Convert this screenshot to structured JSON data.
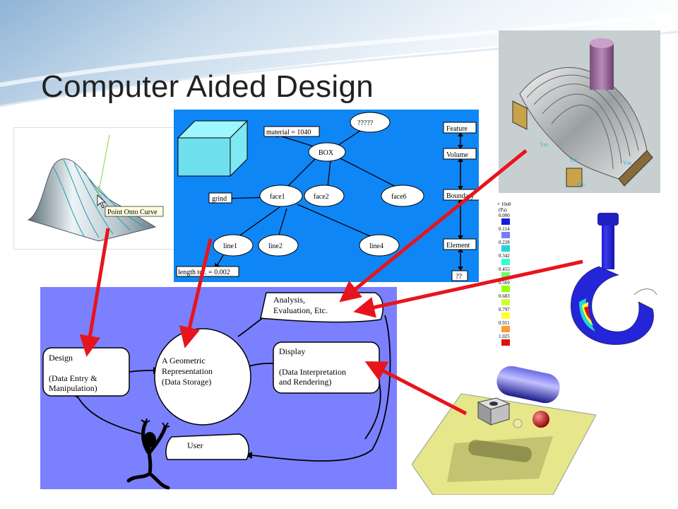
{
  "slide": {
    "title": "Computer Aided Design"
  },
  "surface_panel": {
    "tooltip": "Point Onto Curve"
  },
  "tree_panel": {
    "nodes": {
      "material": "material = 1040",
      "unknown": "?????",
      "box": "BOX",
      "grind": "grind",
      "face1": "face1",
      "face2": "face2",
      "face6": "face6",
      "line1": "line1",
      "line2": "line2",
      "line4": "line4",
      "length": "length tol. = 0.002"
    },
    "hierarchy": [
      "Feature",
      "Volume",
      "Boundary",
      "Element",
      "??"
    ]
  },
  "flow_panel": {
    "design": {
      "line1": "Design",
      "line2": "(Data Entry &",
      "line3": "Manipulation)"
    },
    "geometric": {
      "line1": "A Geometric",
      "line2": "Representation",
      "line3": "(Data Storage)"
    },
    "analysis": {
      "line1": "Analysis,",
      "line2": "Evaluation, Etc."
    },
    "display": {
      "line1": "Display",
      "line2": "(Data Interpretation",
      "line3": "and Rendering)"
    },
    "user": "User"
  },
  "mold_panel": {
    "labels": [
      "Ym",
      "Ym",
      "Ym",
      "Ym"
    ]
  },
  "hook_panel": {
    "scale_header": "× 10e8",
    "scale_unit": "(Pa)",
    "scale_values": [
      "0.000",
      "0.114",
      "0.228",
      "0.342",
      "0.455",
      "0.569",
      "0.683",
      "0.797",
      "0.911",
      "1.025"
    ],
    "scale_colors": [
      "#1a1ad8",
      "#7a7aff",
      "#22d6d6",
      "#33ffcc",
      "#66ff66",
      "#99ff00",
      "#ccff33",
      "#ffff33",
      "#ff9933",
      "#dd1111"
    ]
  },
  "colors": {
    "arrow": "#e8141c",
    "flow_bg": "#7b80ff",
    "tree_bg": "#0f86f5"
  }
}
